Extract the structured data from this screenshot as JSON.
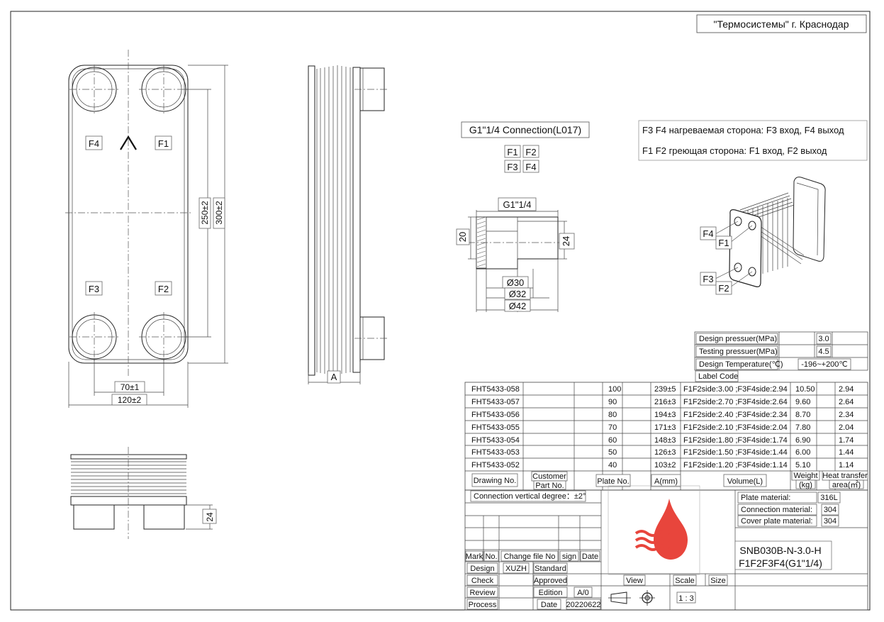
{
  "company": "\"Термосистемы\" г. Краснодар",
  "ports": {
    "f1": "F1",
    "f2": "F2",
    "f3": "F3",
    "f4": "F4"
  },
  "dims": {
    "h_inner": "250±2",
    "h_outer": "300±2",
    "w_inner": "70±1",
    "w_outer": "120±2",
    "a": "A",
    "h24": "24"
  },
  "connection": {
    "title": "G1\"1/4 Connection(L017)",
    "thread": "G1\"1/4",
    "h20": "20",
    "h24": "24",
    "d30": "Ø30",
    "d32": "Ø32",
    "d42": "Ø42"
  },
  "legend": {
    "blue": "F3 F4 нагреваемая сторона: F3  вход, F4 выход",
    "red": "F1 F2 греющая сторона: F1  вход, F2 выход",
    "blue_color": "#1f4fc4",
    "red_color": "#d01818"
  },
  "design": {
    "rows": [
      {
        "label": "Design pressuer(MPa)",
        "value": "3.0"
      },
      {
        "label": "Testing pressuer(MPa)",
        "value": "4.5"
      },
      {
        "label": "Design Temperature(℃)",
        "value": "-196~+200℃"
      }
    ],
    "label_code": "Label Code"
  },
  "models": [
    {
      "drawing": "FHT5433-058",
      "plates": "100",
      "a": "239±5",
      "volume": "F1F2side:3.00 ;F3F4side:2.94",
      "weight": "10.50",
      "area": "2.94"
    },
    {
      "drawing": "FHT5433-057",
      "plates": "90",
      "a": "216±3",
      "volume": "F1F2side:2.70 ;F3F4side:2.64",
      "weight": "9.60",
      "area": "2.64"
    },
    {
      "drawing": "FHT5433-056",
      "plates": "80",
      "a": "194±3",
      "volume": "F1F2side:2.40 ;F3F4side:2.34",
      "weight": "8.70",
      "area": "2.34"
    },
    {
      "drawing": "FHT5433-055",
      "plates": "70",
      "a": "171±3",
      "volume": "F1F2side:2.10 ;F3F4side:2.04",
      "weight": "7.80",
      "area": "2.04"
    },
    {
      "drawing": "FHT5433-054",
      "plates": "60",
      "a": "148±3",
      "volume": "F1F2side:1.80 ;F3F4side:1.74",
      "weight": "6.90",
      "area": "1.74"
    },
    {
      "drawing": "FHT5433-053",
      "plates": "50",
      "a": "126±3",
      "volume": "F1F2side:1.50 ;F3F4side:1.44",
      "weight": "6.00",
      "area": "1.44"
    },
    {
      "drawing": "FHT5433-052",
      "plates": "40",
      "a": "103±2",
      "volume": "F1F2side:1.20 ;F3F4side:1.14",
      "weight": "5.10",
      "area": "1.14"
    }
  ],
  "headers": {
    "drawing": "Drawing No.",
    "customer1": "Customer",
    "customer2": "Part No.",
    "plate": "Plate No.",
    "a": "A(mm)",
    "volume": "Volume(L)",
    "weight1": "Weight",
    "weight2": "(kg)",
    "area1": "Heat transfer",
    "area2": "area(㎡)"
  },
  "conn_vertical": "Connection vertical degree：±2°",
  "materials": [
    {
      "label": "Plate material:",
      "value": "316L"
    },
    {
      "label": "Connection material:",
      "value": "304"
    },
    {
      "label": "Cover plate material:",
      "value": "304"
    }
  ],
  "product": {
    "line1": "SNB030B-N-3.0-H",
    "line2": "F1F2F3F4(G1\"1/4)"
  },
  "title_block": {
    "mark": "Mark",
    "no": "No.",
    "change": "Change file No",
    "sign": "sign",
    "date": "Date",
    "design": "Design",
    "designer": "XUZH",
    "standard": "Standard",
    "check": "Check",
    "approved": "Approved",
    "review": "Review",
    "edition": "Edition",
    "edition_val": "A/0",
    "process": "Process",
    "date2": "Date",
    "date_val": "20220622",
    "view": "View",
    "scale": "Scale",
    "scale_val": "1 : 3",
    "size": "Size"
  },
  "logo_color": "#e8453c"
}
